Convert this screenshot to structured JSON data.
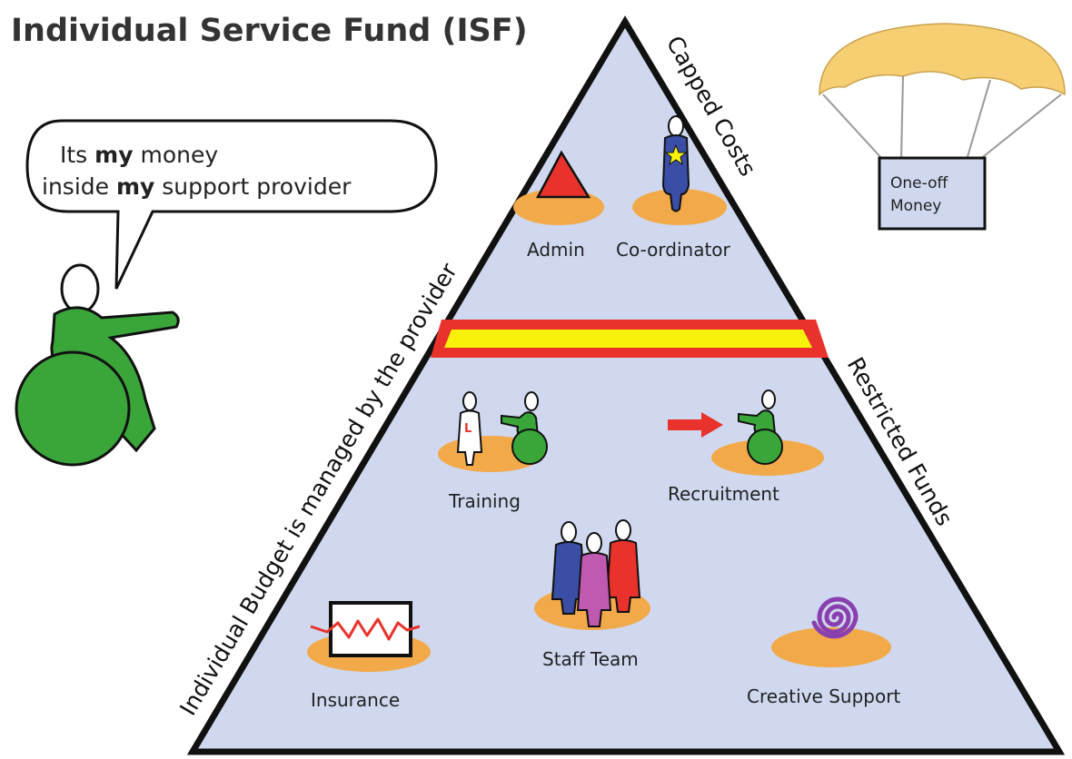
{
  "title": "Individual Service Fund (ISF)",
  "speech": {
    "line1_pre": "Its ",
    "line1_bold": "my",
    "line1_post": " money",
    "line2_pre": "inside ",
    "line2_bold": "my",
    "line2_post": " support provider"
  },
  "pyramid": {
    "left_side_text": "Individual Budget is managed by the provider",
    "right_top_text": "Capped Costs",
    "right_bottom_text": "Restricted Funds"
  },
  "items": {
    "admin": "Admin",
    "coordinator": "Co-ordinator",
    "training": "Training",
    "training_badge": "L",
    "recruitment": "Recruitment",
    "staff_team": "Staff Team",
    "insurance": "Insurance",
    "creative_support": "Creative Support"
  },
  "parachute": {
    "line1": "One-off",
    "line2": "Money"
  },
  "colors": {
    "pyramid_fill": "#cfd8ee",
    "pyramid_stroke": "#111111",
    "band_red": "#e8322b",
    "band_yellow": "#f8f20a",
    "platform_orange": "#f2a94a",
    "person_green": "#3aa63a",
    "person_blue": "#3a4ea6",
    "person_magenta": "#c05ab0",
    "person_red": "#e8322b",
    "canopy": "#f7cf73",
    "spiral_purple": "#8a3fb0"
  },
  "icons": [
    "triangle-icon",
    "coordinator-icon",
    "trainer-icon",
    "wheelchair-user-icon",
    "arrow-icon",
    "staff-team-icon",
    "chart-monitor-icon",
    "spiral-icon",
    "parachute-icon"
  ]
}
